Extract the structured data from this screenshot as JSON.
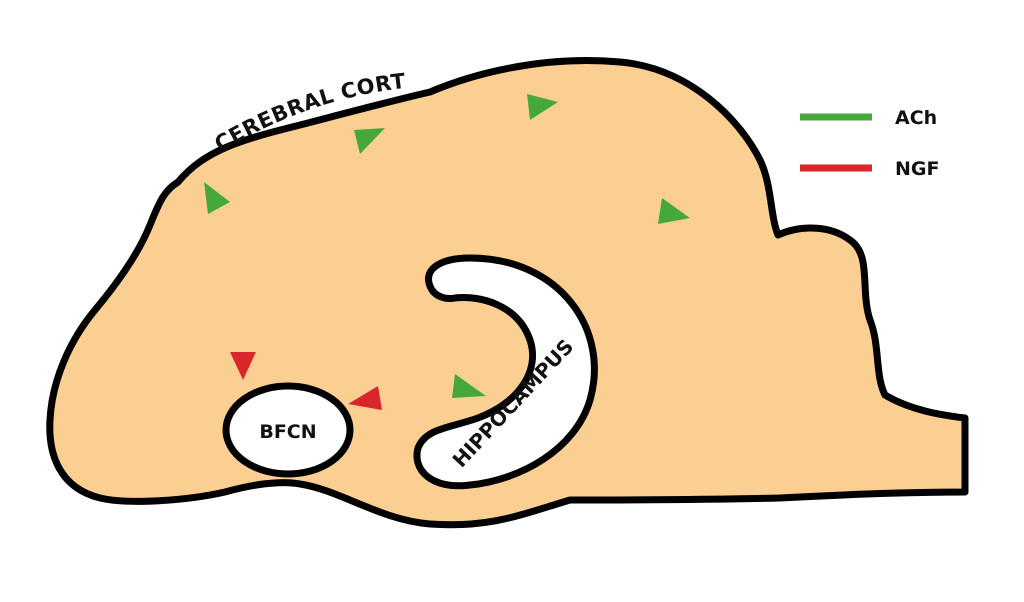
{
  "labels": {
    "cortex": "CEREBRAL CORTEX",
    "bfcn": "BFCN",
    "hippocampus": "HIPPOCAMPUS"
  },
  "legend": [
    {
      "label": "ACh",
      "color": "#47a83a"
    },
    {
      "label": "NGF",
      "color": "#d9262b"
    }
  ],
  "colors": {
    "brain_fill": "#fbcf91",
    "outline": "#000000",
    "ach": "#47a83a",
    "ngf": "#d9262b"
  }
}
